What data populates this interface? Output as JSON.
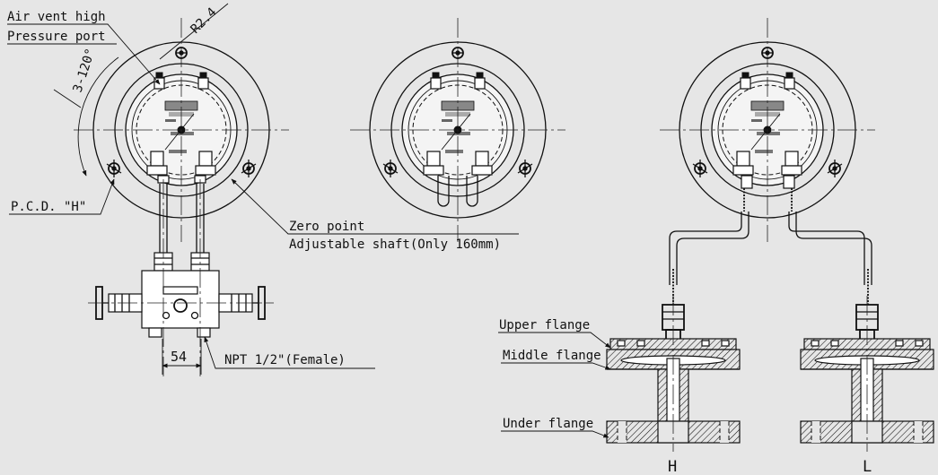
{
  "labels": {
    "air_vent": "Air vent high",
    "pressure_port": "Pressure port",
    "radius": "R2.4",
    "angle": "3-120°",
    "pcd": "P.C.D. \"H\"",
    "zero_point": "Zero point",
    "adjustable_shaft": "Adjustable shaft(Only 160mm)",
    "dimension_54": "54",
    "npt": "NPT 1/2\"(Female)",
    "upper_flange": "Upper flange",
    "middle_flange": "Middle flange",
    "under_flange": "Under flange",
    "h": "H",
    "l": "L"
  },
  "colors": {
    "line": "#111111",
    "background": "#e6e6e6",
    "dial_face": "#f4f4f4"
  }
}
